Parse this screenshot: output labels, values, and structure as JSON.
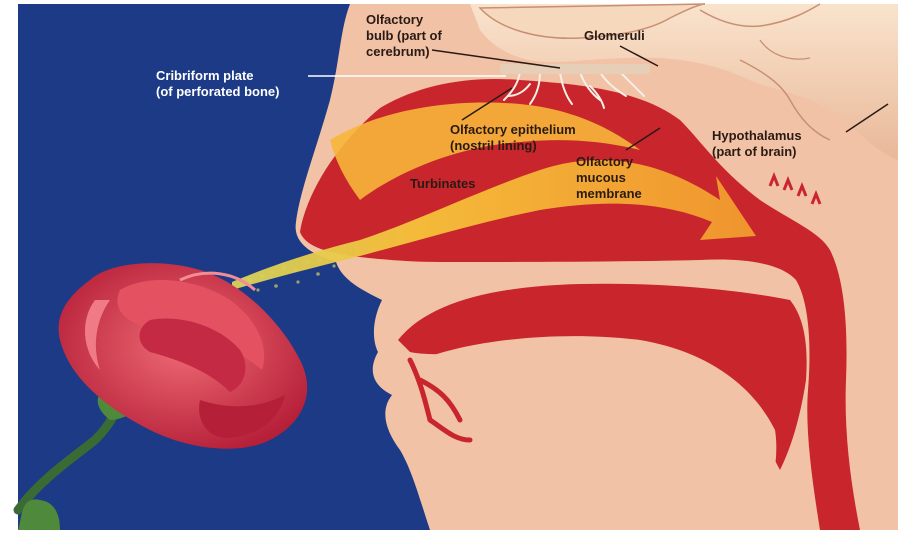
{
  "diagram": {
    "labels": {
      "olfactory_bulb_l1": "Olfactory",
      "olfactory_bulb_l2": "bulb (part of",
      "olfactory_bulb_l3": "cerebrum)",
      "glomeruli": "Glomeruli",
      "cribriform_l1": "Cribriform plate",
      "cribriform_l2": "(of perforated bone)",
      "epithelium_l1": "Olfactory epithelium",
      "epithelium_l2": "(nostril lining)",
      "turbinates": "Turbinates",
      "mucous_l1": "Olfactory",
      "mucous_l2": "mucous",
      "mucous_l3": "membrane",
      "hypothalamus_l1": "Hypothalamus",
      "hypothalamus_l2": "(part of brain)"
    },
    "colors": {
      "background": "#1c3a86",
      "skin": "#f2c2a6",
      "airway": "#c8262c",
      "scent_stream": "#f7c23a",
      "rose": "#d9344c",
      "stem": "#3b6b34",
      "brain": "#f3d2b6"
    }
  }
}
